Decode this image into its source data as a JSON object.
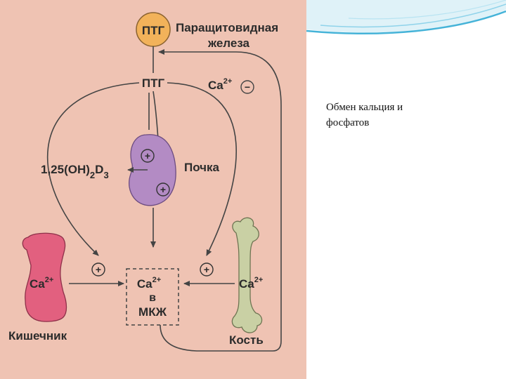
{
  "diagram": {
    "gland": {
      "abbr": "ПТГ",
      "name_line1": "Паращитовидная",
      "name_line2": "железа"
    },
    "hormone_label": "ПТГ",
    "ca_feedback": {
      "ion": "Ca",
      "charge": "2+",
      "sign": "−"
    },
    "vitamin": {
      "main": "1,25(OH)",
      "sub1": "2",
      "mid": "D",
      "sub2": "3"
    },
    "kidney": {
      "label": "Почка",
      "signs": [
        "+",
        "+"
      ]
    },
    "intestine": {
      "label": "Кишечник",
      "ion": "Ca",
      "charge": "2+",
      "sign": "+"
    },
    "bone": {
      "label": "Кость",
      "ion": "Ca",
      "charge": "2+",
      "sign": "+"
    },
    "ecf": {
      "ion": "Ca",
      "charge": "2+",
      "line2": "в",
      "line3": "МКЖ"
    }
  },
  "caption": {
    "line1": "Обмен кальция и",
    "line2": "фосфатов"
  },
  "colors": {
    "background": "#efc3b3",
    "gland": "#f2b25a",
    "kidney": "#b38bc4",
    "intestine": "#e2607f",
    "bone": "#c9d0a4",
    "line": "#444444",
    "accent_wave": "#45b3d8"
  }
}
